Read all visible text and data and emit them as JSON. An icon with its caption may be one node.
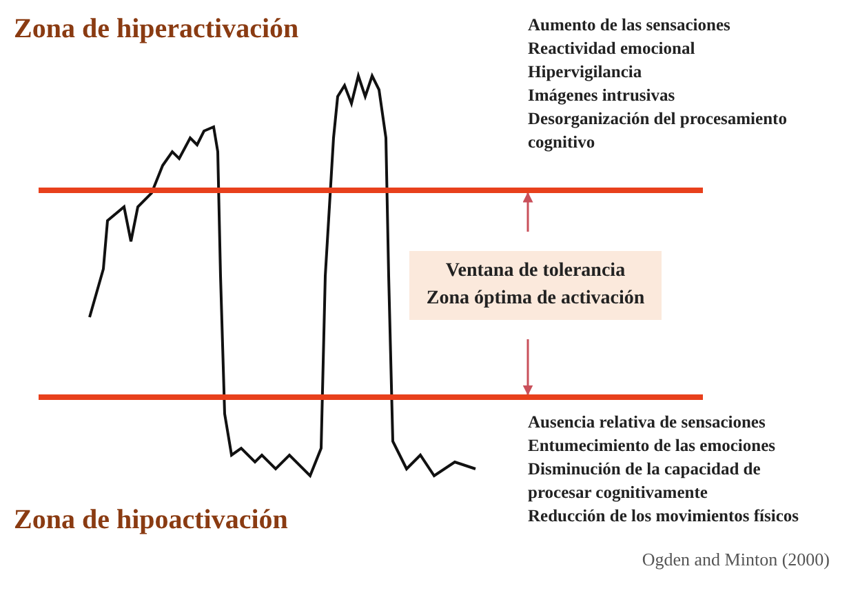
{
  "diagram": {
    "nodes": [
      {
        "text": [],
        "shape": "bar"
      },
      {
        "text": [
          "Ventana de tolerancia",
          "Zona óptima de activación"
        ]
      },
      {
        "text": [],
        "shape": "bar"
      }
    ],
    "edges": [
      {
        "from": 1,
        "to": 0,
        "arrow": "to"
      },
      {
        "from": 1,
        "to": 2,
        "arrow": "to"
      }
    ],
    "labels": [
      "Zona de hiperactivación",
      "Aumento de las sensaciones",
      "Reactividad emocional",
      "Hipervigilancia",
      "Imágenes intrusivas",
      "Desorganización del procesamiento cognitivo",
      "Ausencia relativa de sensaciones",
      "Entumecimiento de las emociones",
      "Disminución de la capacidad de procesar cognitivamente",
      "Reducción de los movimientos físicos",
      "Zona de hipoactivación",
      "Ogden and Minton (2000)"
    ]
  }
}
